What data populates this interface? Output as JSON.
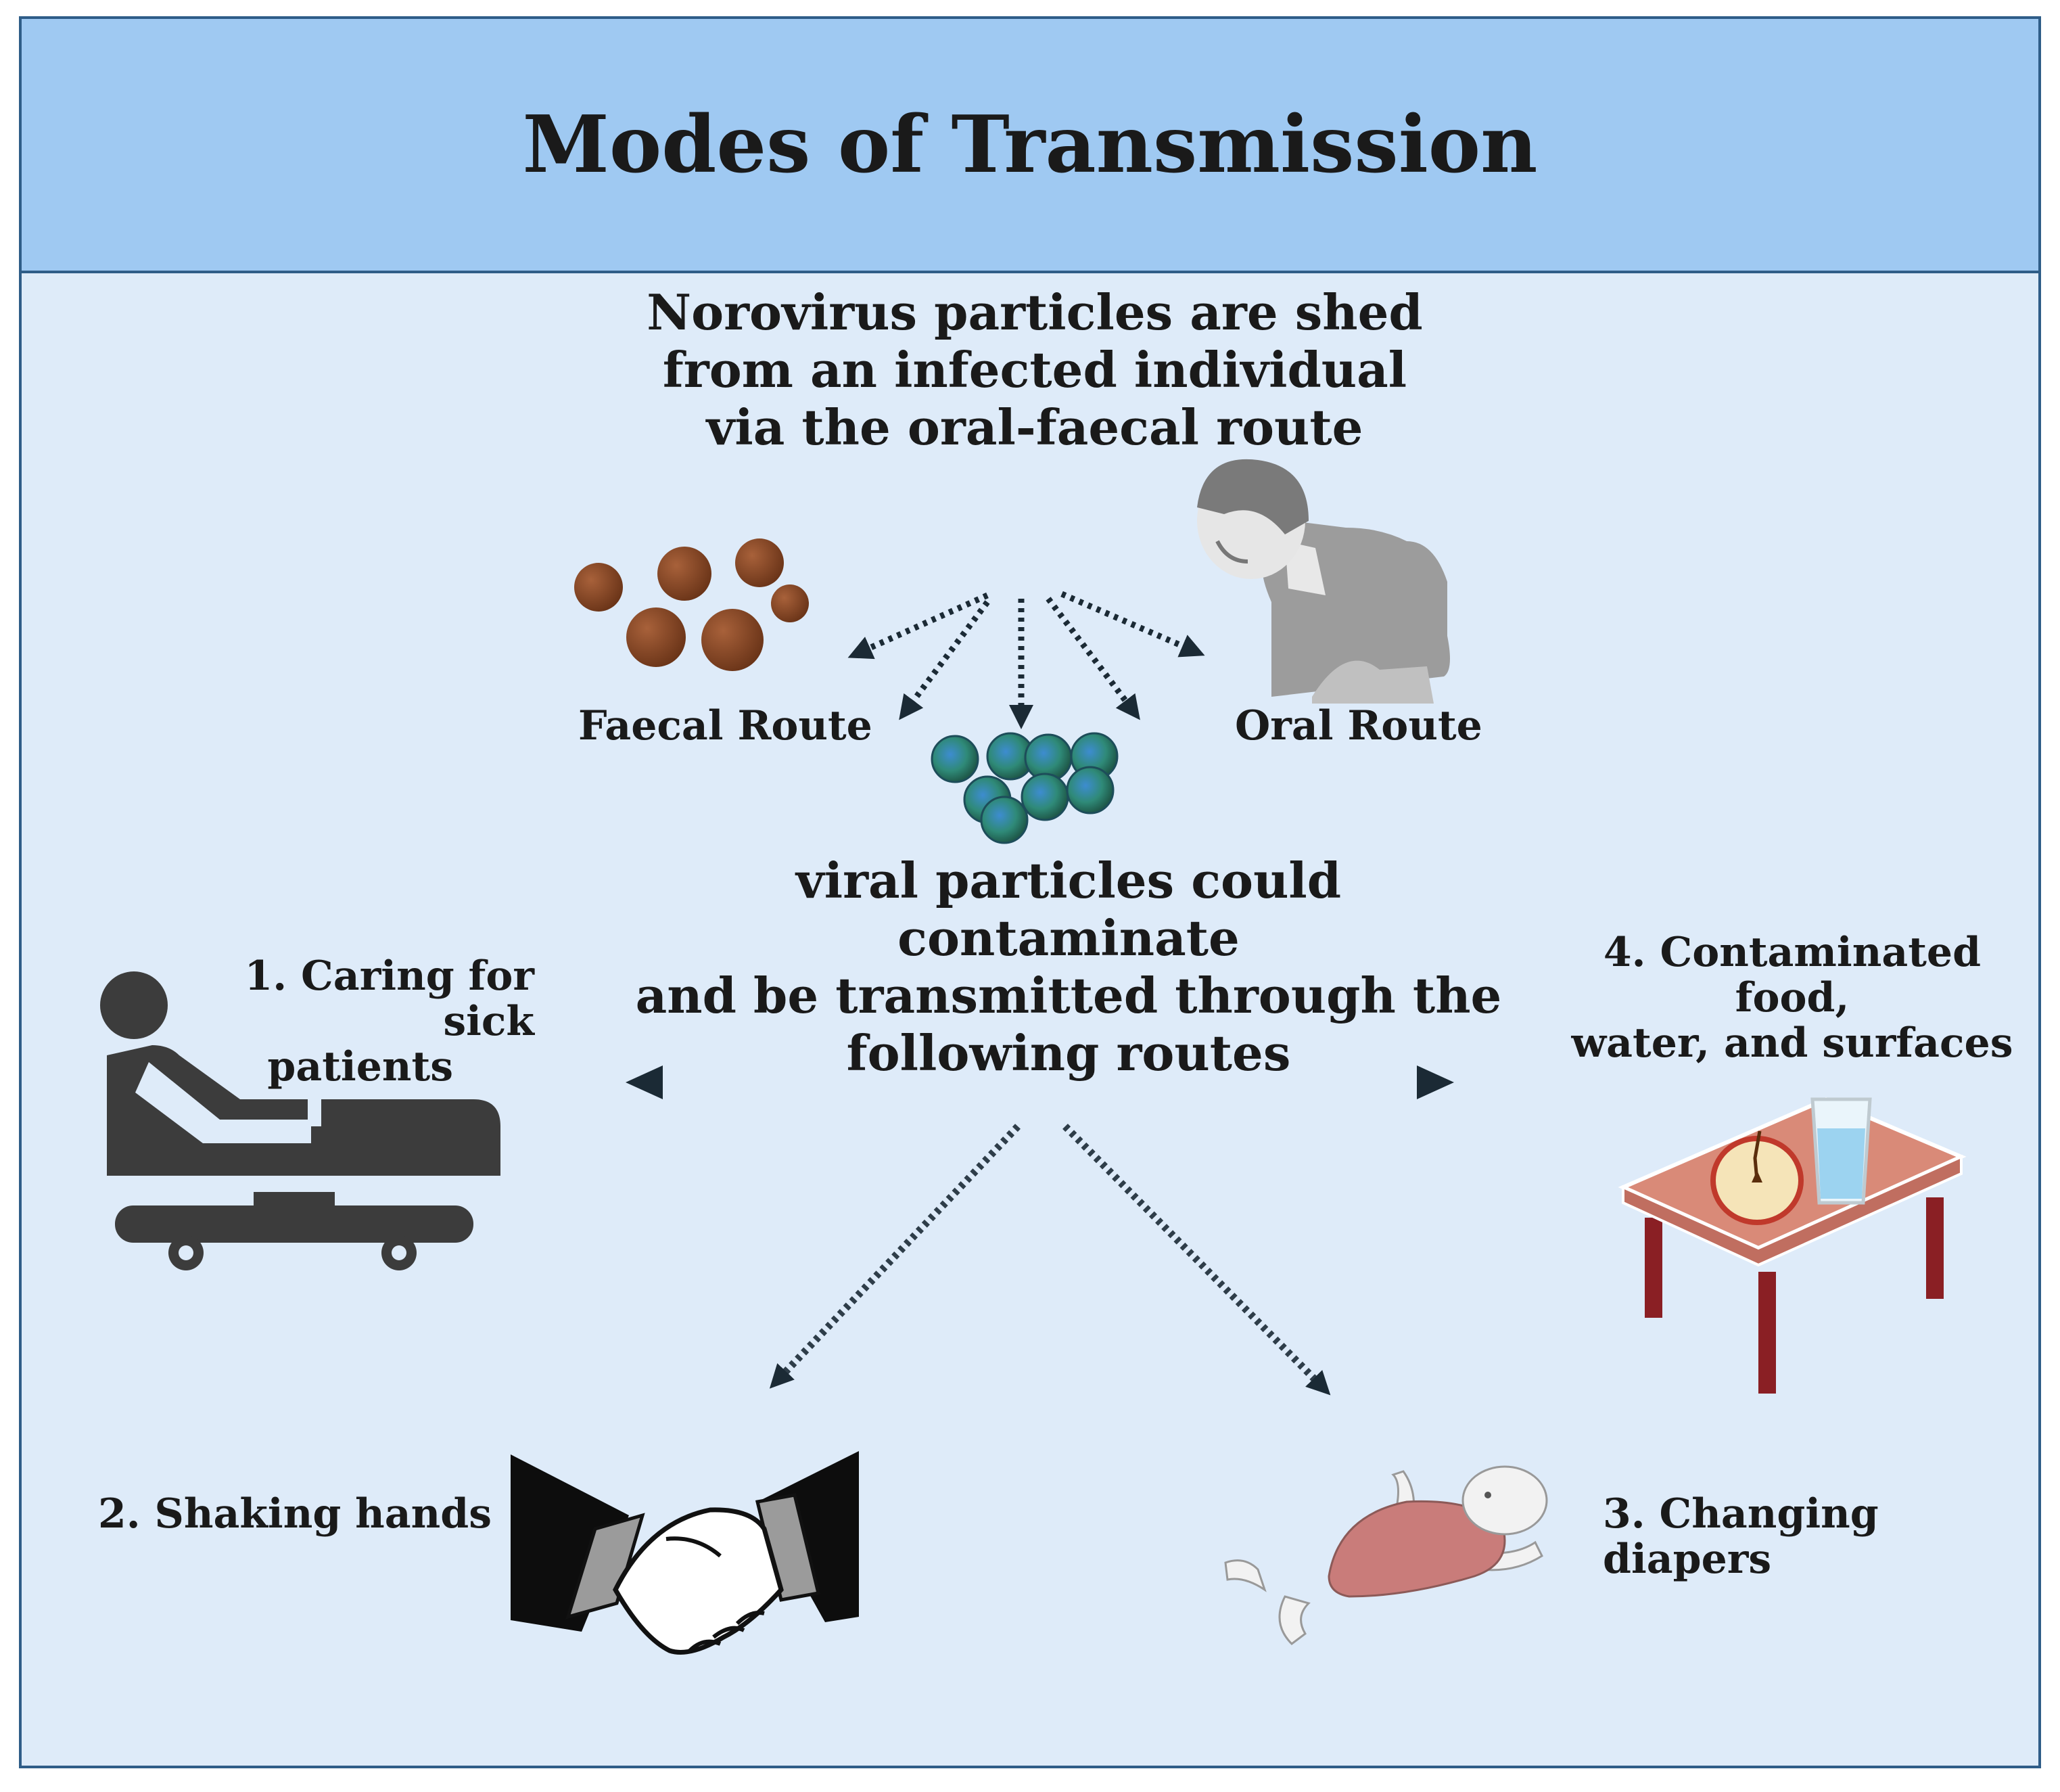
{
  "header": {
    "title": "Modes of Transmission"
  },
  "intro": {
    "line1": "Norovirus particles are shed",
    "line2": "from an infected individual",
    "line3": "via the oral-faecal route"
  },
  "shedding_routes": {
    "faecal": "Faecal Route",
    "oral": "Oral Route"
  },
  "middle": {
    "line1": "viral particles could contaminate",
    "line2": "and be transmitted through the",
    "line3": "following routes"
  },
  "routes": {
    "r1_line1": "1.  Caring for sick",
    "r1_line2": "patients",
    "r2": "2. Shaking hands",
    "r3": "3. Changing diapers",
    "r4_line1": "4. Contaminated food,",
    "r4_line2": "water, and surfaces"
  },
  "colors": {
    "header_bg": "#9fc9f2",
    "panel_bg": "#deebf9",
    "border": "#2f5d88",
    "arrow": "#1b2a35",
    "stool": "#7a3e1f",
    "virus": "#2f8a78",
    "bed_icon": "#3c3c3c",
    "table_top": "#d98a78",
    "table_leg": "#8a1f24"
  },
  "icons": [
    "stool-icon",
    "vomiting-child-icon",
    "virus-cluster-icon",
    "hospital-bed-icon",
    "handshake-icon",
    "baby-icon",
    "table-food-icon"
  ]
}
